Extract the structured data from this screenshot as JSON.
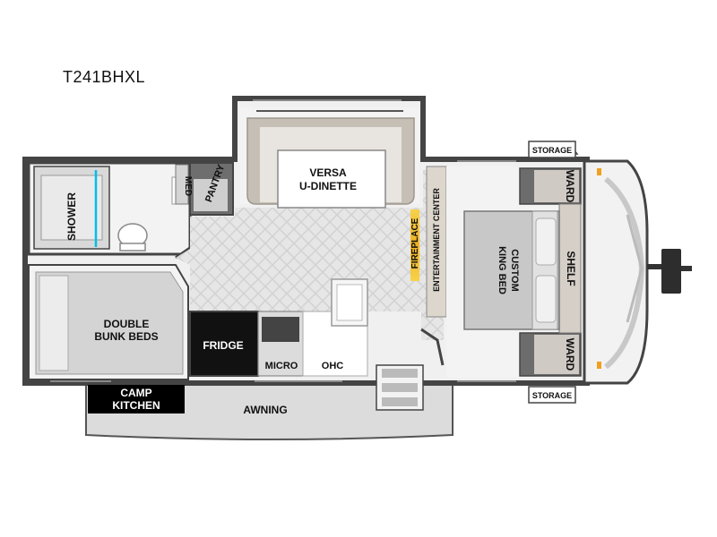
{
  "model": "T241BHXL",
  "labels": {
    "storage_top": "STORAGE",
    "storage_bottom": "STORAGE",
    "ward_top": "WARD",
    "ward_bottom": "WARD",
    "shelf": "SHELF",
    "pantry": "PANTRY",
    "med": "MED",
    "shower": "SHOWER",
    "dinette_line1": "VERSA",
    "dinette_line2": "U-DINETTE",
    "fireplace": "FIREPLACE",
    "entertainment": "ENTERTAINMENT CENTER",
    "bed_line1": "CUSTOM",
    "bed_line2": "KING BED",
    "bunk_line1": "DOUBLE",
    "bunk_line2": "BUNK BEDS",
    "fridge": "FRIDGE",
    "micro": "MICRO",
    "ohc": "OHC",
    "camp_line1": "CAMP",
    "camp_line2": "KITCHEN",
    "awning": "AWNING"
  }
}
